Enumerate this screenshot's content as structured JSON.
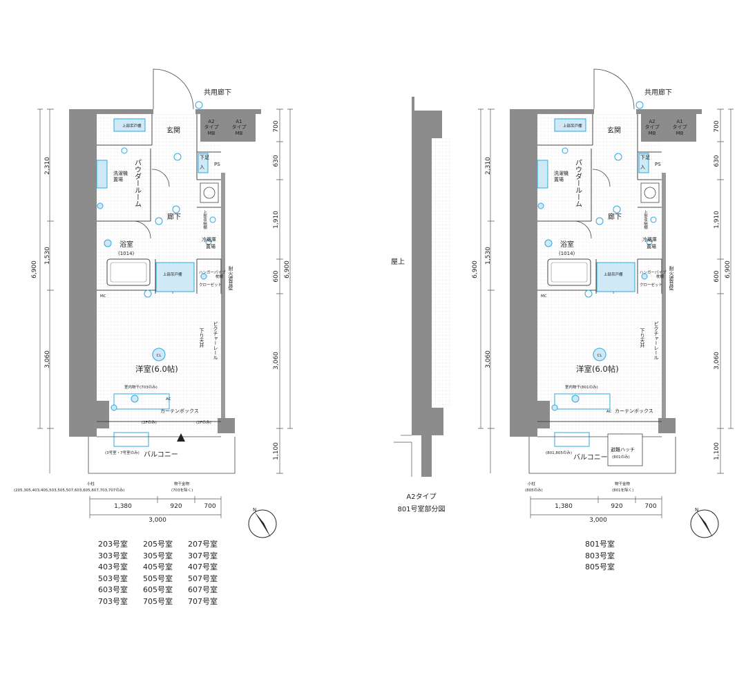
{
  "left_plan": {
    "corridor": "共用廊下",
    "entrance": "玄関",
    "mb_a2": [
      "A2",
      "タイプ",
      "MB"
    ],
    "mb_a1": [
      "A1",
      "タイプ",
      "MB"
    ],
    "ps": "PS",
    "shoe": [
      "下足",
      "入"
    ],
    "powder": "パウダールーム",
    "hall": "廊下",
    "bath": "浴室",
    "bath_size": "(1014)",
    "washer": [
      "洗濯機",
      "置場"
    ],
    "fridge": [
      "冷蔵庫",
      "置場"
    ],
    "upper_storage": "上部吊戸棚",
    "upper_shelf": "上部収納棚",
    "hanger": "ハンガーパイプ",
    "closet": "クローゼット",
    "closet_upper": "枕棚",
    "fireproof": "耐火遮音壁",
    "picture_rail": "ピクチャーレール",
    "lowered_ceiling": "下り天井",
    "western": "洋室(6.0帖)",
    "cl": "CL",
    "indoor_dryer": "室内物干(703のみ)",
    "curtain_box": "カーテンボックス",
    "ac": "AC",
    "mc": "MC",
    "balcony": "バルコニー",
    "only_2f_a": "(2Fのみ)",
    "only_2f_b": "(2Fのみ)",
    "balcony_note": "(3号室・7号室のみ)",
    "pillar": "小柱",
    "pillar_rooms": "(205,305,403,405,503,505,507,603,605,607,703,707のみ)",
    "dryer_hw": "物干金物",
    "dryer_hw_note": "(703を除く)",
    "dims_left": [
      "2,310",
      "1,530",
      "3,060"
    ],
    "dim_total": "6,900",
    "dims_right": [
      "700",
      "630",
      "1,910",
      "600",
      "3,060",
      "1,100"
    ],
    "dims_bottom": [
      "1,380",
      "920",
      "700"
    ],
    "dim_width": "3,000"
  },
  "left_rooms": [
    [
      "203号室",
      "205号室",
      "207号室"
    ],
    [
      "303号室",
      "305号室",
      "307号室"
    ],
    [
      "403号室",
      "405号室",
      "407号室"
    ],
    [
      "503号室",
      "505号室",
      "507号室"
    ],
    [
      "603号室",
      "605号室",
      "607号室"
    ],
    [
      "703号室",
      "705号室",
      "707号室"
    ]
  ],
  "middle": {
    "rooftop": "屋上",
    "type": "A2タイプ",
    "part": "801号室部分図",
    "dims_left": [
      "2,310",
      "1,530",
      "3,060"
    ],
    "dim_total": "6,900"
  },
  "right_plan": {
    "indoor_dryer": "室内物干(801のみ)",
    "hatch": "避難ハッチ",
    "hatch_note": "(801のみ)",
    "balcony_note": "(801,805のみ)",
    "pillar_rooms": "(805のみ)",
    "dryer_hw_note": "(801を除く)"
  },
  "right_rooms": [
    "801号室",
    "803号室",
    "805号室"
  ],
  "compass_label": "N",
  "colors": {
    "fixture": "#29a8e0",
    "fixture_fill": "#cfe9f6",
    "wall": "#8c8c8c",
    "line": "#333333"
  }
}
